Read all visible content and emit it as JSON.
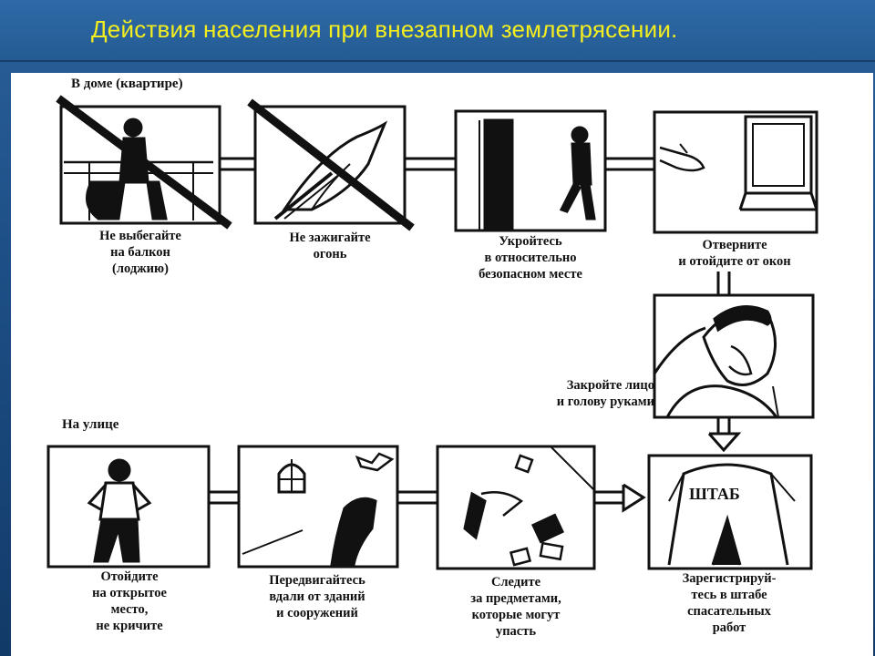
{
  "slide": {
    "title": "Действия населения при внезапном землетрясении."
  },
  "sections": {
    "home": "В доме (квартире)",
    "street": "На улице"
  },
  "steps": [
    {
      "icon": "no-balcony-icon",
      "lines": [
        "Не выбегайте",
        "на балкон",
        "(лоджию)"
      ]
    },
    {
      "icon": "no-fire-icon",
      "lines": [
        "Не зажигайте",
        "огонь"
      ]
    },
    {
      "icon": "shelter-doorway-icon",
      "lines": [
        "Укройтесь",
        "в относительно",
        "безопасном месте"
      ]
    },
    {
      "icon": "away-from-window-icon",
      "lines": [
        "Отверните",
        "и отойдите от окон"
      ]
    },
    {
      "icon": "cover-head-icon",
      "lines": [
        "Закройте лицо",
        "и голову руками"
      ]
    },
    {
      "icon": "open-place-icon",
      "lines": [
        "Отойдите",
        "на открытое",
        "место,",
        "не кричите"
      ]
    },
    {
      "icon": "away-from-buildings-icon",
      "lines": [
        "Передвигайтесь",
        "вдали от зданий",
        "и сооружений"
      ]
    },
    {
      "icon": "falling-objects-icon",
      "lines": [
        "Следите",
        "за предметами,",
        "которые могут",
        "упасть"
      ]
    },
    {
      "icon": "hq-tent-icon",
      "lines": [
        "Зарегистрируй-",
        "тесь в штабе",
        "спасательных",
        "работ"
      ]
    }
  ],
  "tent_sign": "ШТАБ"
}
